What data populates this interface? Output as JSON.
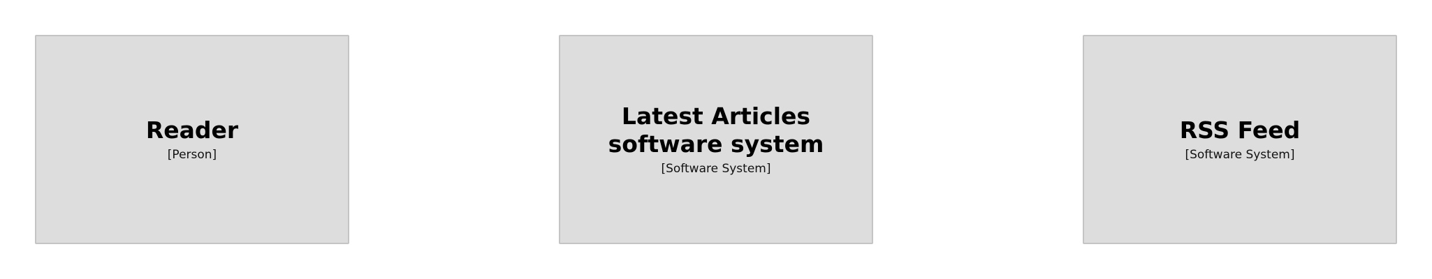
{
  "diagram": {
    "elements": [
      {
        "title": "Reader",
        "subtitle": "[Person]"
      },
      {
        "title": "Latest Articles software system",
        "subtitle": "[Software System]"
      },
      {
        "title": "RSS Feed",
        "subtitle": "[Software System]"
      }
    ]
  },
  "colors": {
    "box_fill": "#dddddd",
    "box_border": "#c4c4c4",
    "text": "#000000",
    "background": "#ffffff"
  }
}
